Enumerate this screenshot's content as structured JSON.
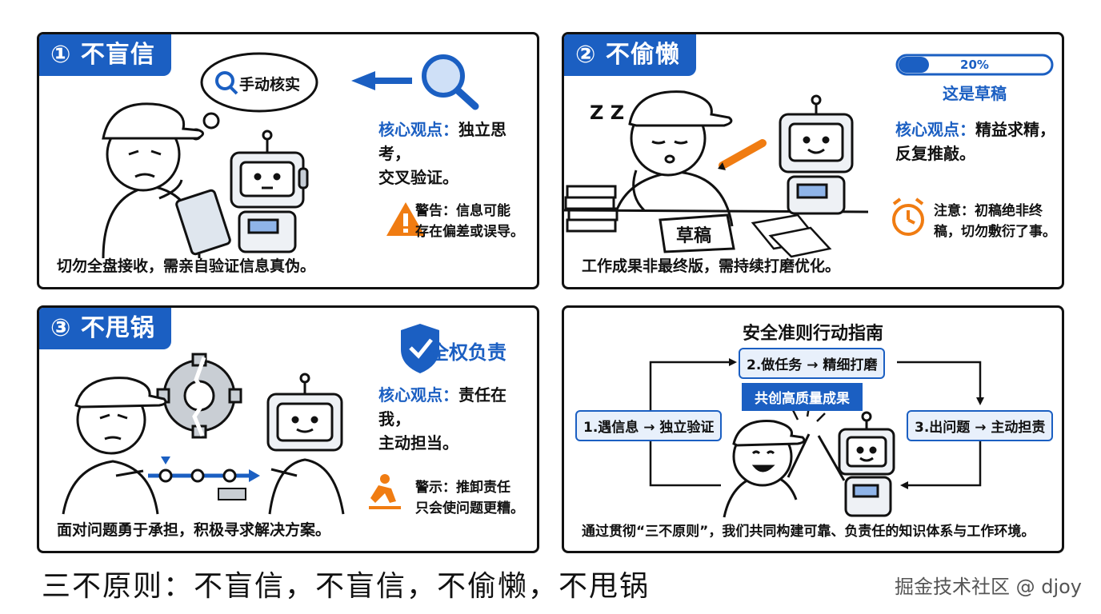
{
  "panel1": {
    "tag": "① 不盲信",
    "bubble": "手动核实",
    "core_key": "核心观点：",
    "core_text1": "独立思考，",
    "core_text2": "交叉验证。",
    "warn_line1": "警告：信息可能",
    "warn_line2": "存在偏差或误导。",
    "caption": "切勿全盘接收，需亲自验证信息真伪。"
  },
  "panel2": {
    "tag": "② 不偷懒",
    "progress": "20%",
    "progress_value": 0.2,
    "draft_title": "这是草稿",
    "core_key": "核心观点：",
    "core_text1": "精益求精，",
    "core_text2": "反复推敲。",
    "warn_line1": "注意：初稿绝非终",
    "warn_line2": "稿，切勿敷衍了事。",
    "paper_label": "草稿",
    "zzz": "Z Z",
    "caption": "工作成果非最终版，需持续打磨优化。"
  },
  "panel3": {
    "tag": "③ 不甩锅",
    "badge": "全权负责",
    "core_key": "核心观点：",
    "core_text1": "责任在我，",
    "core_text2": "主动担当。",
    "warn_line1": "警示：推卸责任",
    "warn_line2": "只会使问题更糟。",
    "caption": "面对问题勇于承担，积极寻求解决方案。"
  },
  "panel4": {
    "title": "安全准则行动指南",
    "step1": "1.遇信息 → 独立验证",
    "step2": "2.做任务 → 精细打磨",
    "step3": "3.出问题 → 主动担责",
    "banner": "共创高质量成果",
    "caption": "通过贯彻“三不原则”，我们共同构建可靠、负责任的知识体系与工作环境。"
  },
  "footer": {
    "principles": "三不原则：不盲信，不盲信，不偷懒，不甩锅",
    "watermark": "掘金技术社区 @ djoy"
  },
  "colors": {
    "accent": "#1b5fc2",
    "warning": "#f07c12",
    "line": "#111111"
  }
}
